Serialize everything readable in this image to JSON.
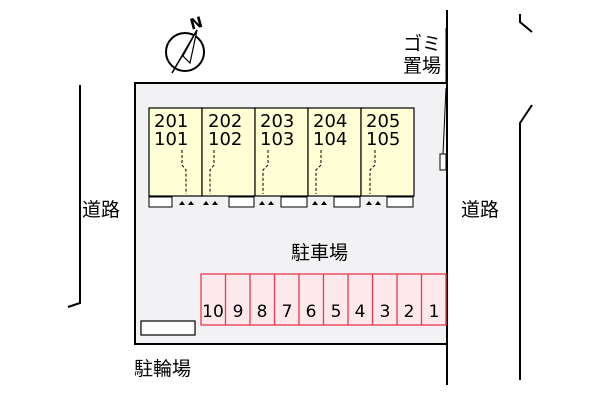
{
  "compass": {
    "north_label": "N",
    "icon": "compass-icon"
  },
  "garbage": {
    "line1": "ゴミ",
    "line2": "置場"
  },
  "roads": {
    "left": "道路",
    "right": "道路"
  },
  "parking": {
    "label": "駐車場",
    "spaces": [
      "10",
      "9",
      "8",
      "7",
      "6",
      "5",
      "4",
      "3",
      "2",
      "1"
    ]
  },
  "bike_parking": {
    "label": "駐輪場"
  },
  "units": [
    {
      "upper": "201",
      "lower": "101"
    },
    {
      "upper": "202",
      "lower": "102"
    },
    {
      "upper": "203",
      "lower": "103"
    },
    {
      "upper": "204",
      "lower": "104"
    },
    {
      "upper": "205",
      "lower": "105"
    }
  ],
  "colors": {
    "building_fill": "#ffffd6",
    "lot_fill": "#f2f2f4",
    "parking_stroke": "#e8384f",
    "parking_fill": "#fde9ec"
  }
}
